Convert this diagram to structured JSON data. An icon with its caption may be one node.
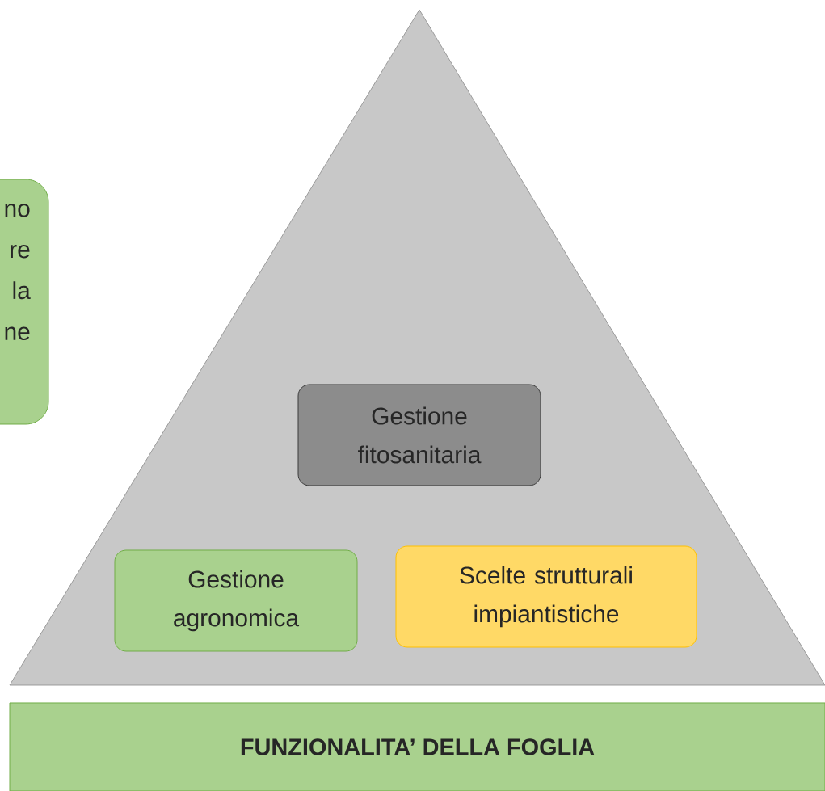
{
  "diagram": {
    "nodes": [
      {
        "text": [
          "no re la ne"
        ]
      },
      {
        "text": [],
        "shape": "triangle"
      },
      {
        "text": [
          "Gestione fitosanitaria"
        ],
        "in": 1
      },
      {
        "text": [
          "Gestione agronomica"
        ],
        "in": 1
      },
      {
        "text": [
          "Scelte strutturali impiantistiche"
        ],
        "in": 1
      },
      {
        "text": [
          "FUNZIONALITA’ DELLA FOGLIA"
        ]
      }
    ]
  }
}
